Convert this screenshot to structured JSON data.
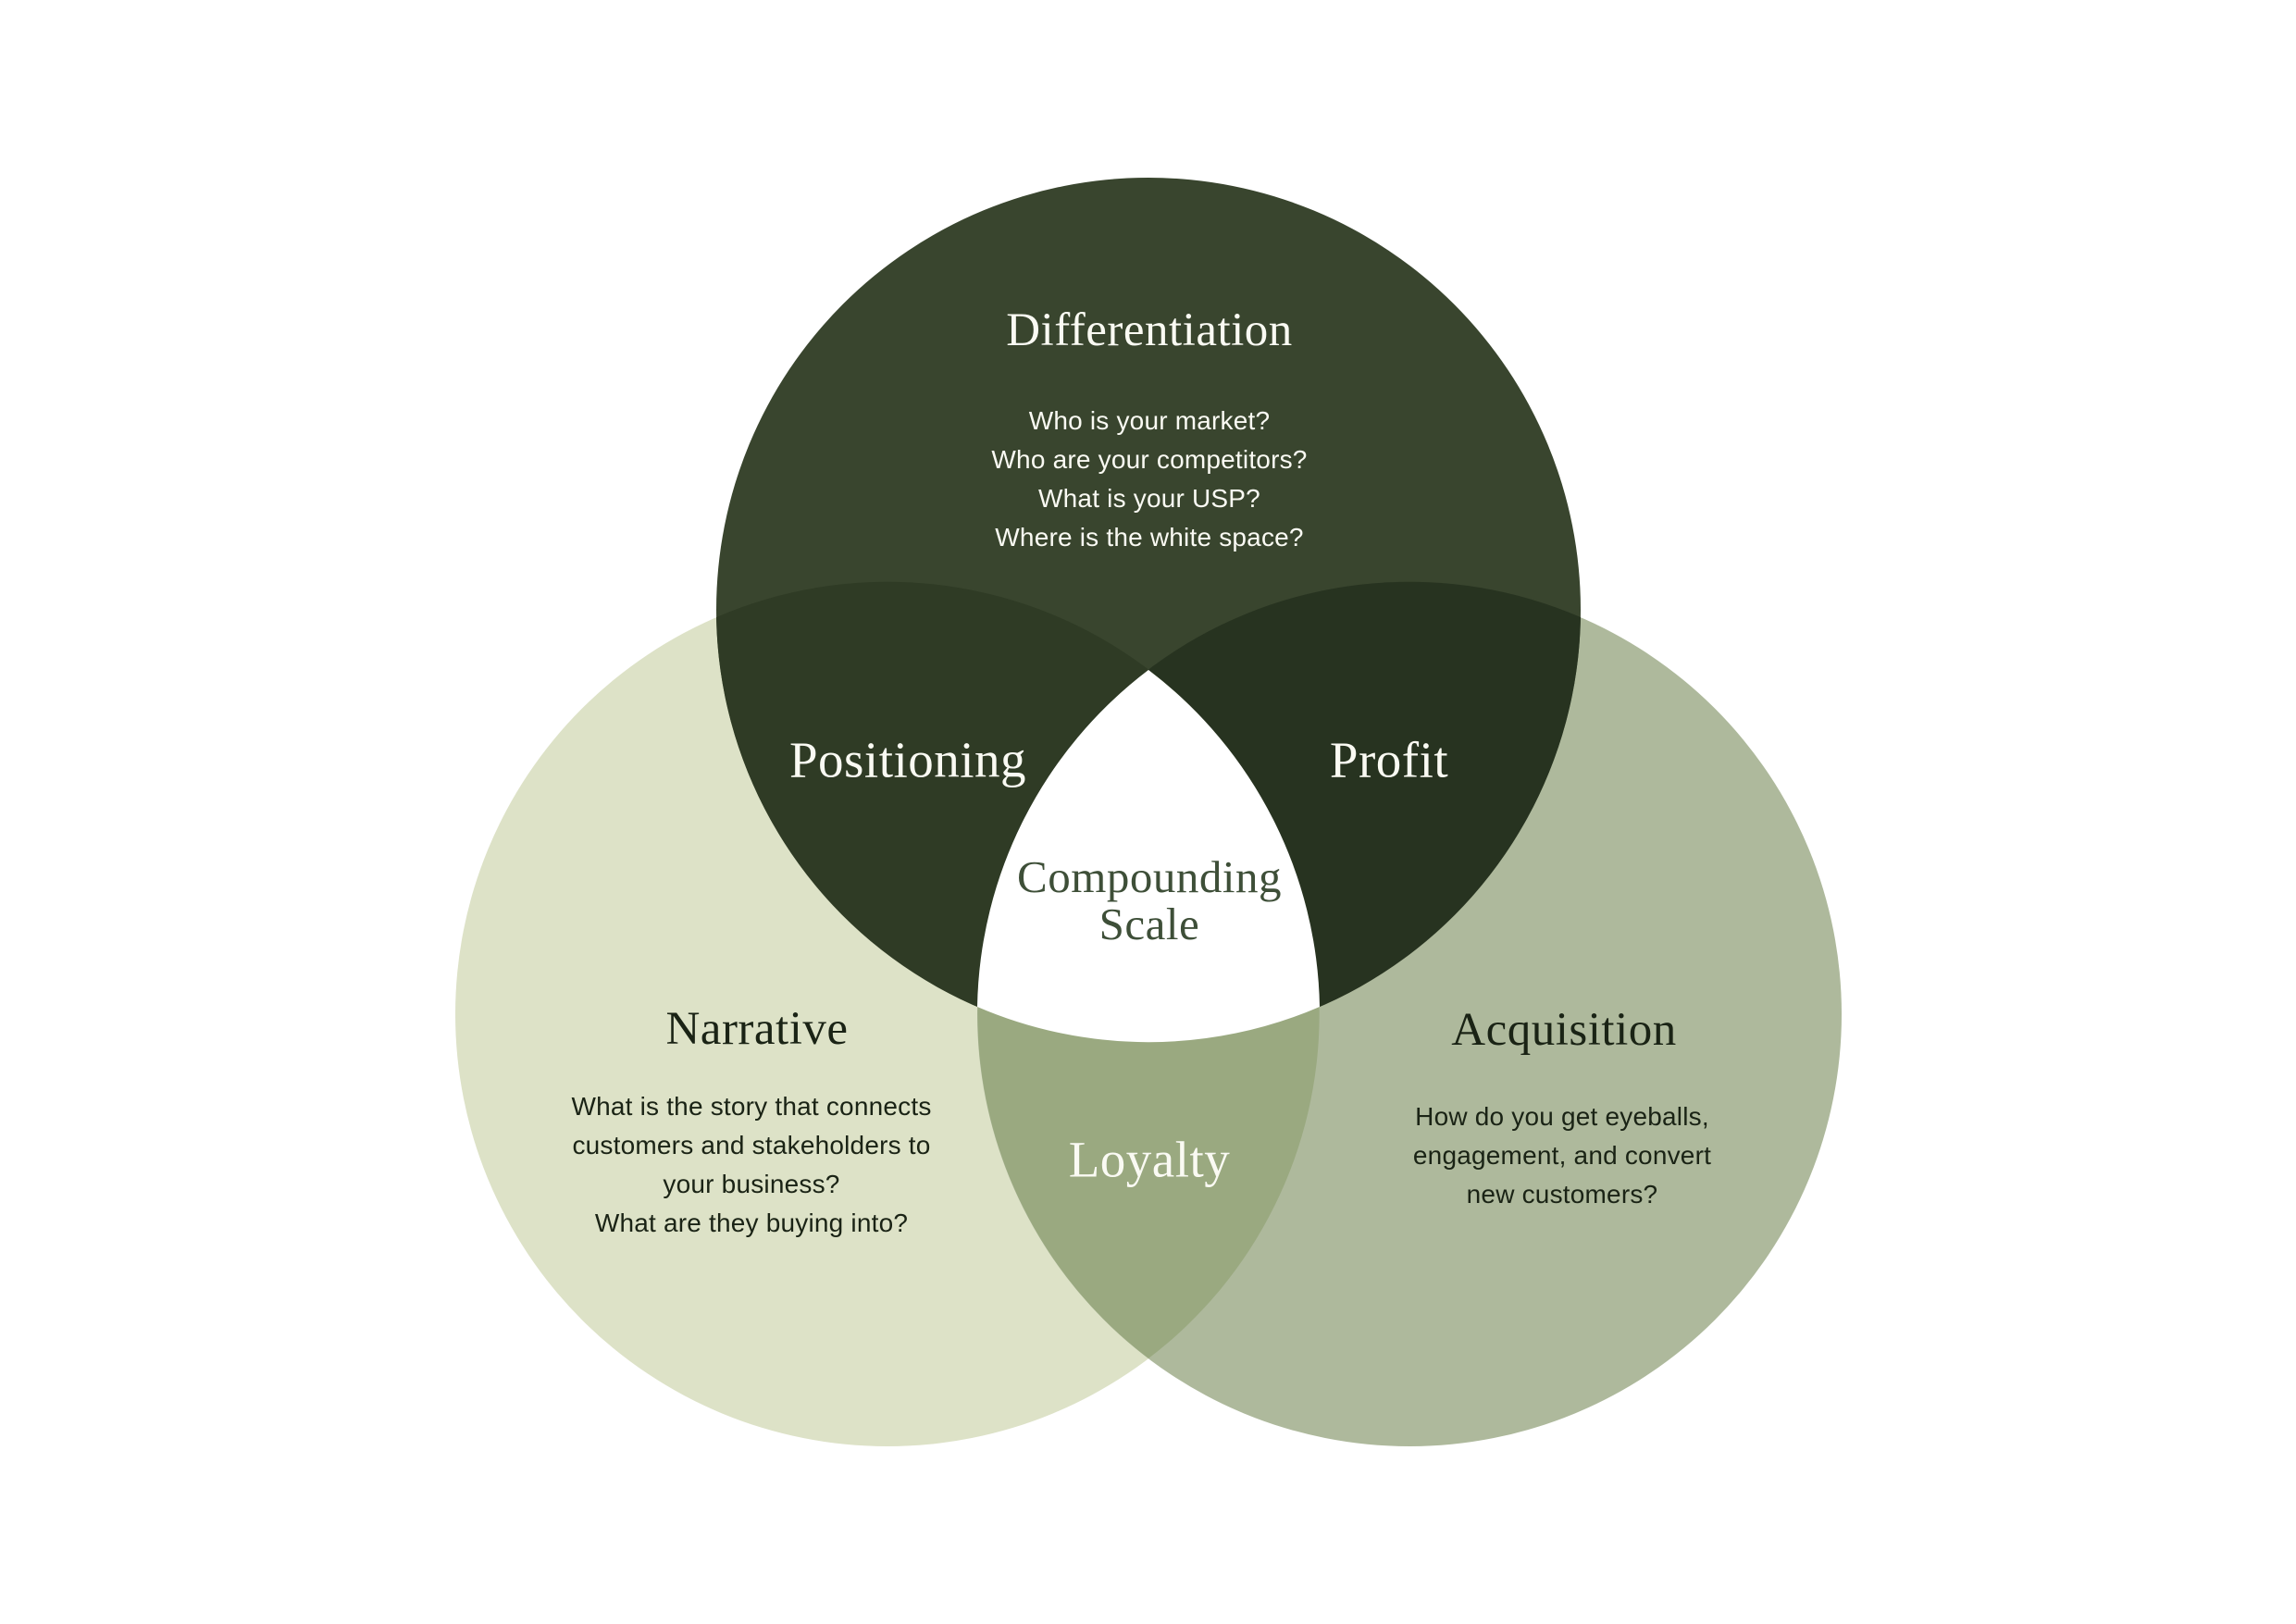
{
  "colors": {
    "background": "#FFFFFF",
    "top_circle": "#39452E",
    "left_circle": "#DDE2C7",
    "right_circle": "#AEB99C",
    "top_left_overlap": "#2F3B25",
    "top_right_overlap": "#273320",
    "bottom_overlap": "#9AA980",
    "center_overlap": "#FFFFFF",
    "light_text": "#FAFAF3",
    "dark_text": "#1A2315",
    "center_text": "#3E4F38"
  },
  "circles": {
    "top": {
      "title": "Differentiation",
      "questions": [
        "Who is your market?",
        "Who are your competitors?",
        "What is your USP?",
        "Where is the white space?"
      ]
    },
    "left": {
      "title": "Narrative",
      "questions": [
        "What is the story that connects",
        "customers and stakeholders to",
        "your business?",
        "What are they buying into?"
      ]
    },
    "right": {
      "title": "Acquisition",
      "questions": [
        "How do you get eyeballs,",
        "engagement, and convert",
        "new customers?"
      ]
    }
  },
  "overlaps": {
    "top_left": {
      "label": "Positioning"
    },
    "top_right": {
      "label": "Profit"
    },
    "bottom": {
      "label": "Loyalty"
    },
    "center": {
      "label": [
        "Compounding",
        "Scale"
      ]
    }
  }
}
